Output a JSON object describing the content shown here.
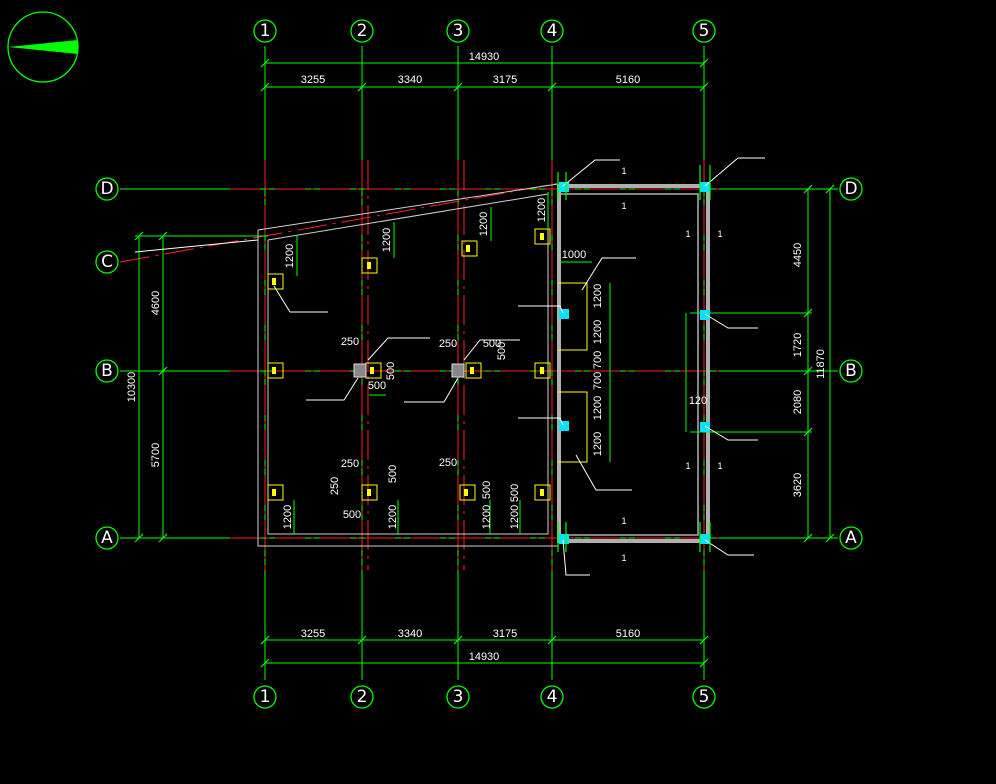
{
  "grid": {
    "columns": [
      "1",
      "2",
      "3",
      "4",
      "5"
    ],
    "rows": [
      "D",
      "C",
      "B",
      "A"
    ]
  },
  "dims": {
    "top_total": "14930",
    "top_segments": [
      "3255",
      "3340",
      "3175",
      "5160"
    ],
    "bottom_total": "14930",
    "bottom_segments": [
      "3255",
      "3340",
      "3175",
      "5160"
    ],
    "left_total": "10300",
    "left_segments": [
      "4600",
      "5700"
    ],
    "right_total": "11870",
    "right_segments": [
      "4450",
      "1720",
      "2080",
      "3620"
    ]
  },
  "labels": {
    "d1200": "1200",
    "d1000": "1000",
    "d250": "250",
    "d500": "500",
    "d700": "700",
    "d120": "120",
    "d1": "1"
  },
  "colors": {
    "grid": "#00ff00",
    "axis": "#ff2020",
    "pier": "#ffff00",
    "column": "#00e5ff",
    "outline": "#d0d0d0"
  },
  "icons": {
    "north_arrow": "north-arrow-icon"
  }
}
